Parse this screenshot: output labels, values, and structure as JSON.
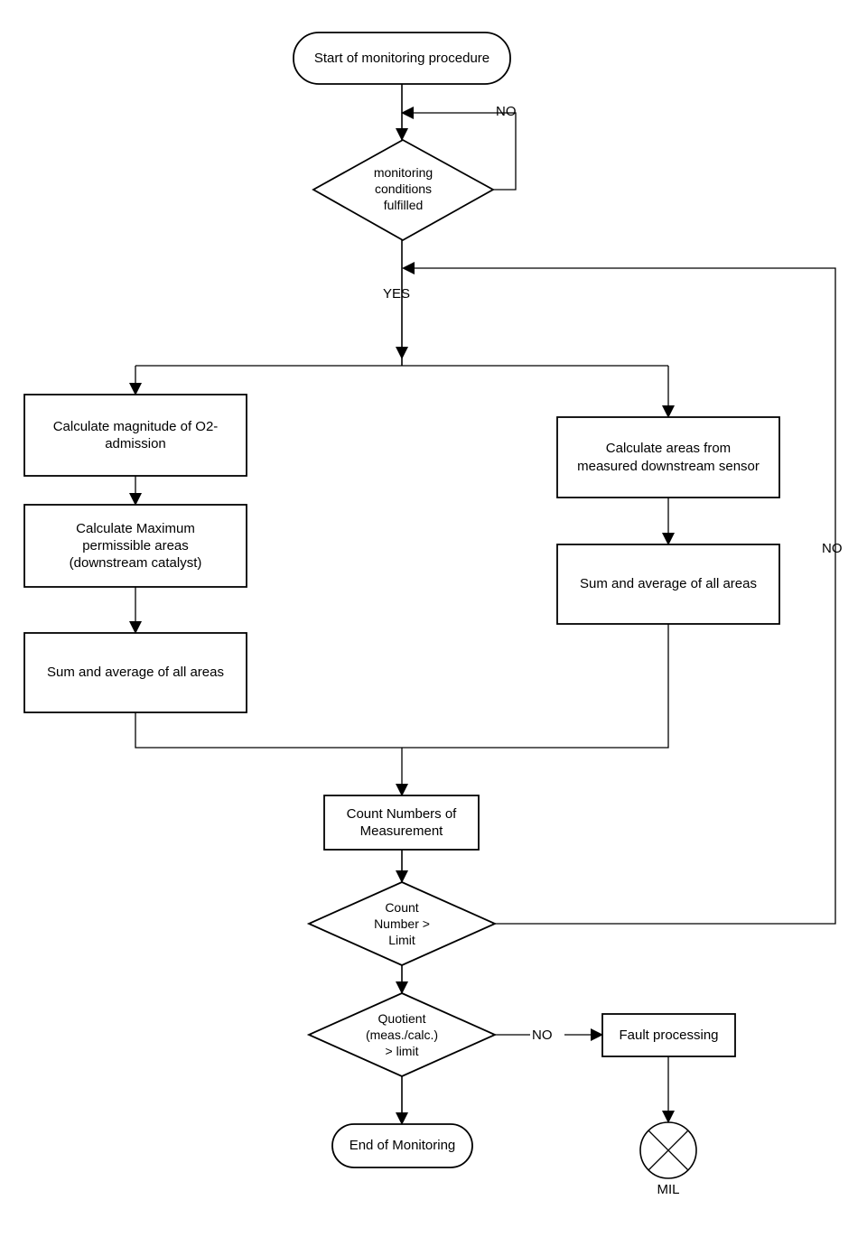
{
  "diagram": {
    "title": "Monitoring procedure flowchart",
    "stroke_color": "#000000",
    "fill_color": "#ffffff",
    "background": "#ffffff"
  },
  "nodes": {
    "start": {
      "label": "Start of monitoring procedure",
      "shape": "terminator"
    },
    "cond": {
      "label": "monitoring\nconditions\nfulfilled",
      "shape": "decision"
    },
    "calc_o2": {
      "label": "Calculate magnitude of O2-\nadmission",
      "shape": "process"
    },
    "calc_max": {
      "label": "Calculate Maximum\npermissible areas\n(downstream catalyst)",
      "shape": "process"
    },
    "sum_left": {
      "label": "Sum and average of all areas",
      "shape": "process"
    },
    "calc_areas": {
      "label": "Calculate areas from\nmeasured downstream sensor",
      "shape": "process"
    },
    "sum_right": {
      "label": "Sum and average of all areas",
      "shape": "process"
    },
    "count": {
      "label": "Count Numbers of\nMeasurement",
      "shape": "process"
    },
    "count_limit": {
      "label": "Count\nNumber >\nLimit",
      "shape": "decision"
    },
    "quotient": {
      "label": "Quotient\n(meas./calc.)\n> limit",
      "shape": "decision"
    },
    "fault": {
      "label": "Fault processing",
      "shape": "process"
    },
    "mil": {
      "label": "MIL",
      "shape": "crossed-circle"
    },
    "end": {
      "label": "End of Monitoring",
      "shape": "terminator"
    }
  },
  "edge_labels": {
    "cond_no": "NO",
    "cond_yes": "YES",
    "count_limit_no": "NO",
    "quotient_no": "NO"
  }
}
